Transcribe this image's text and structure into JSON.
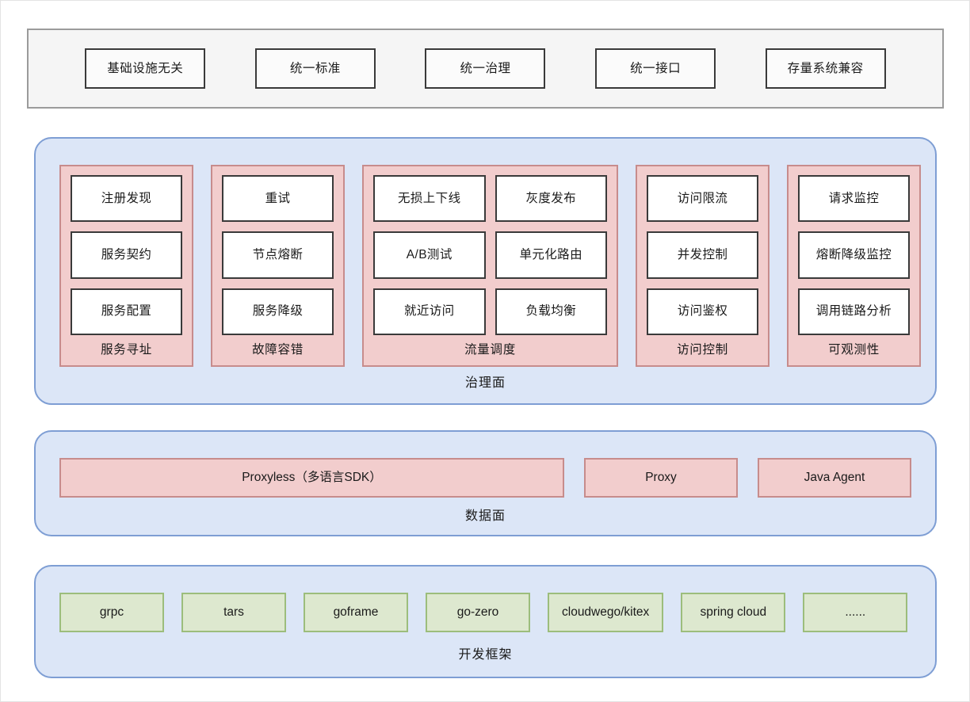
{
  "diagram": {
    "principles": {
      "items": [
        {
          "label": "基础设施无关"
        },
        {
          "label": "统一标准"
        },
        {
          "label": "统一治理"
        },
        {
          "label": "统一接口"
        },
        {
          "label": "存量系统兼容"
        }
      ]
    },
    "governance_plane": {
      "label": "治理面",
      "groups": [
        {
          "label": "服务寻址",
          "columns": 1,
          "cells": [
            "注册发现",
            "服务契约",
            "服务配置"
          ]
        },
        {
          "label": "故障容错",
          "columns": 1,
          "cells": [
            "重试",
            "节点熔断",
            "服务降级"
          ]
        },
        {
          "label": "流量调度",
          "columns": 2,
          "cells": [
            "无损上下线",
            "灰度发布",
            "A/B测试",
            "单元化路由",
            "就近访问",
            "负载均衡"
          ]
        },
        {
          "label": "访问控制",
          "columns": 1,
          "cells": [
            "访问限流",
            "并发控制",
            "访问鉴权"
          ]
        },
        {
          "label": "可观测性",
          "columns": 1,
          "cells": [
            "请求监控",
            "熔断降级监控",
            "调用链路分析"
          ]
        }
      ]
    },
    "data_plane": {
      "label": "数据面",
      "items": [
        {
          "label": "Proxyless（多语言SDK）",
          "size": "grow"
        },
        {
          "label": "Proxy",
          "size": "fixed"
        },
        {
          "label": "Java Agent",
          "size": "fixed"
        }
      ]
    },
    "framework_plane": {
      "label": "开发框架",
      "items": [
        {
          "label": "grpc"
        },
        {
          "label": "tars"
        },
        {
          "label": "goframe"
        },
        {
          "label": "go-zero"
        },
        {
          "label": "cloudwego/kitex"
        },
        {
          "label": "spring cloud"
        },
        {
          "label": "......"
        }
      ]
    },
    "colors": {
      "plane_fill": "#dce6f7",
      "plane_border": "#7e9ed4",
      "group_fill": "#f2cdcd",
      "group_border": "#c78c8c",
      "cell_fill": "#ffffff",
      "cell_border": "#3a3a3a",
      "framework_fill": "#dde8cf",
      "framework_border": "#9cbd7c",
      "principles_fill": "#f5f5f5",
      "principles_border": "#9b9b9b"
    }
  }
}
